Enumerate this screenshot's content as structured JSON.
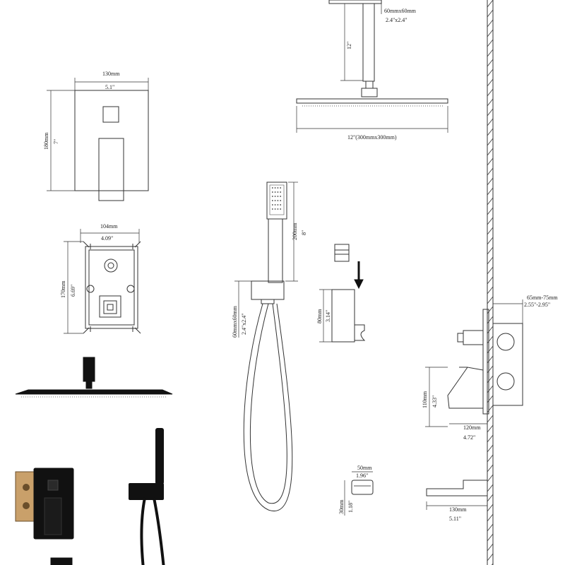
{
  "trim_plate": {
    "width_mm": "130mm",
    "width_in": "5.1\"",
    "height_mm": "180mm",
    "height_in": "7\""
  },
  "valve_body": {
    "width_mm": "104mm",
    "width_in": "4.09\"",
    "height_mm": "170mm",
    "height_in": "6.69\""
  },
  "shower_arm": {
    "flange": "60mmx60mm",
    "flange_in": "2.4\"x2.4\"",
    "length_in": "12\""
  },
  "shower_head": {
    "size": "12\"(300mmx300mm)"
  },
  "hand_shower": {
    "length_mm": "200mm",
    "length_in": "8\""
  },
  "wall_elbow": {
    "size_mm": "60mmx60mm",
    "size_in": "2.4\"x2.4\""
  },
  "holder": {
    "height_mm": "80mm",
    "height_in": "3.14\""
  },
  "spout_small": {
    "width_mm": "50mm",
    "width_in": "1.96\"",
    "height_mm": "30mm",
    "height_in": "1.18\""
  },
  "side_view": {
    "depth_mm": "65mm-75mm",
    "depth_in": "2.55\"-2.95\"",
    "height_mm": "110mm",
    "height_in": "4.33\"",
    "proj_mm": "120mm",
    "proj_in": "4.72\""
  },
  "tub_spout": {
    "length_mm": "130mm",
    "length_in": "5.11\""
  },
  "colors": {
    "line": "#333333",
    "product": "#111111"
  }
}
